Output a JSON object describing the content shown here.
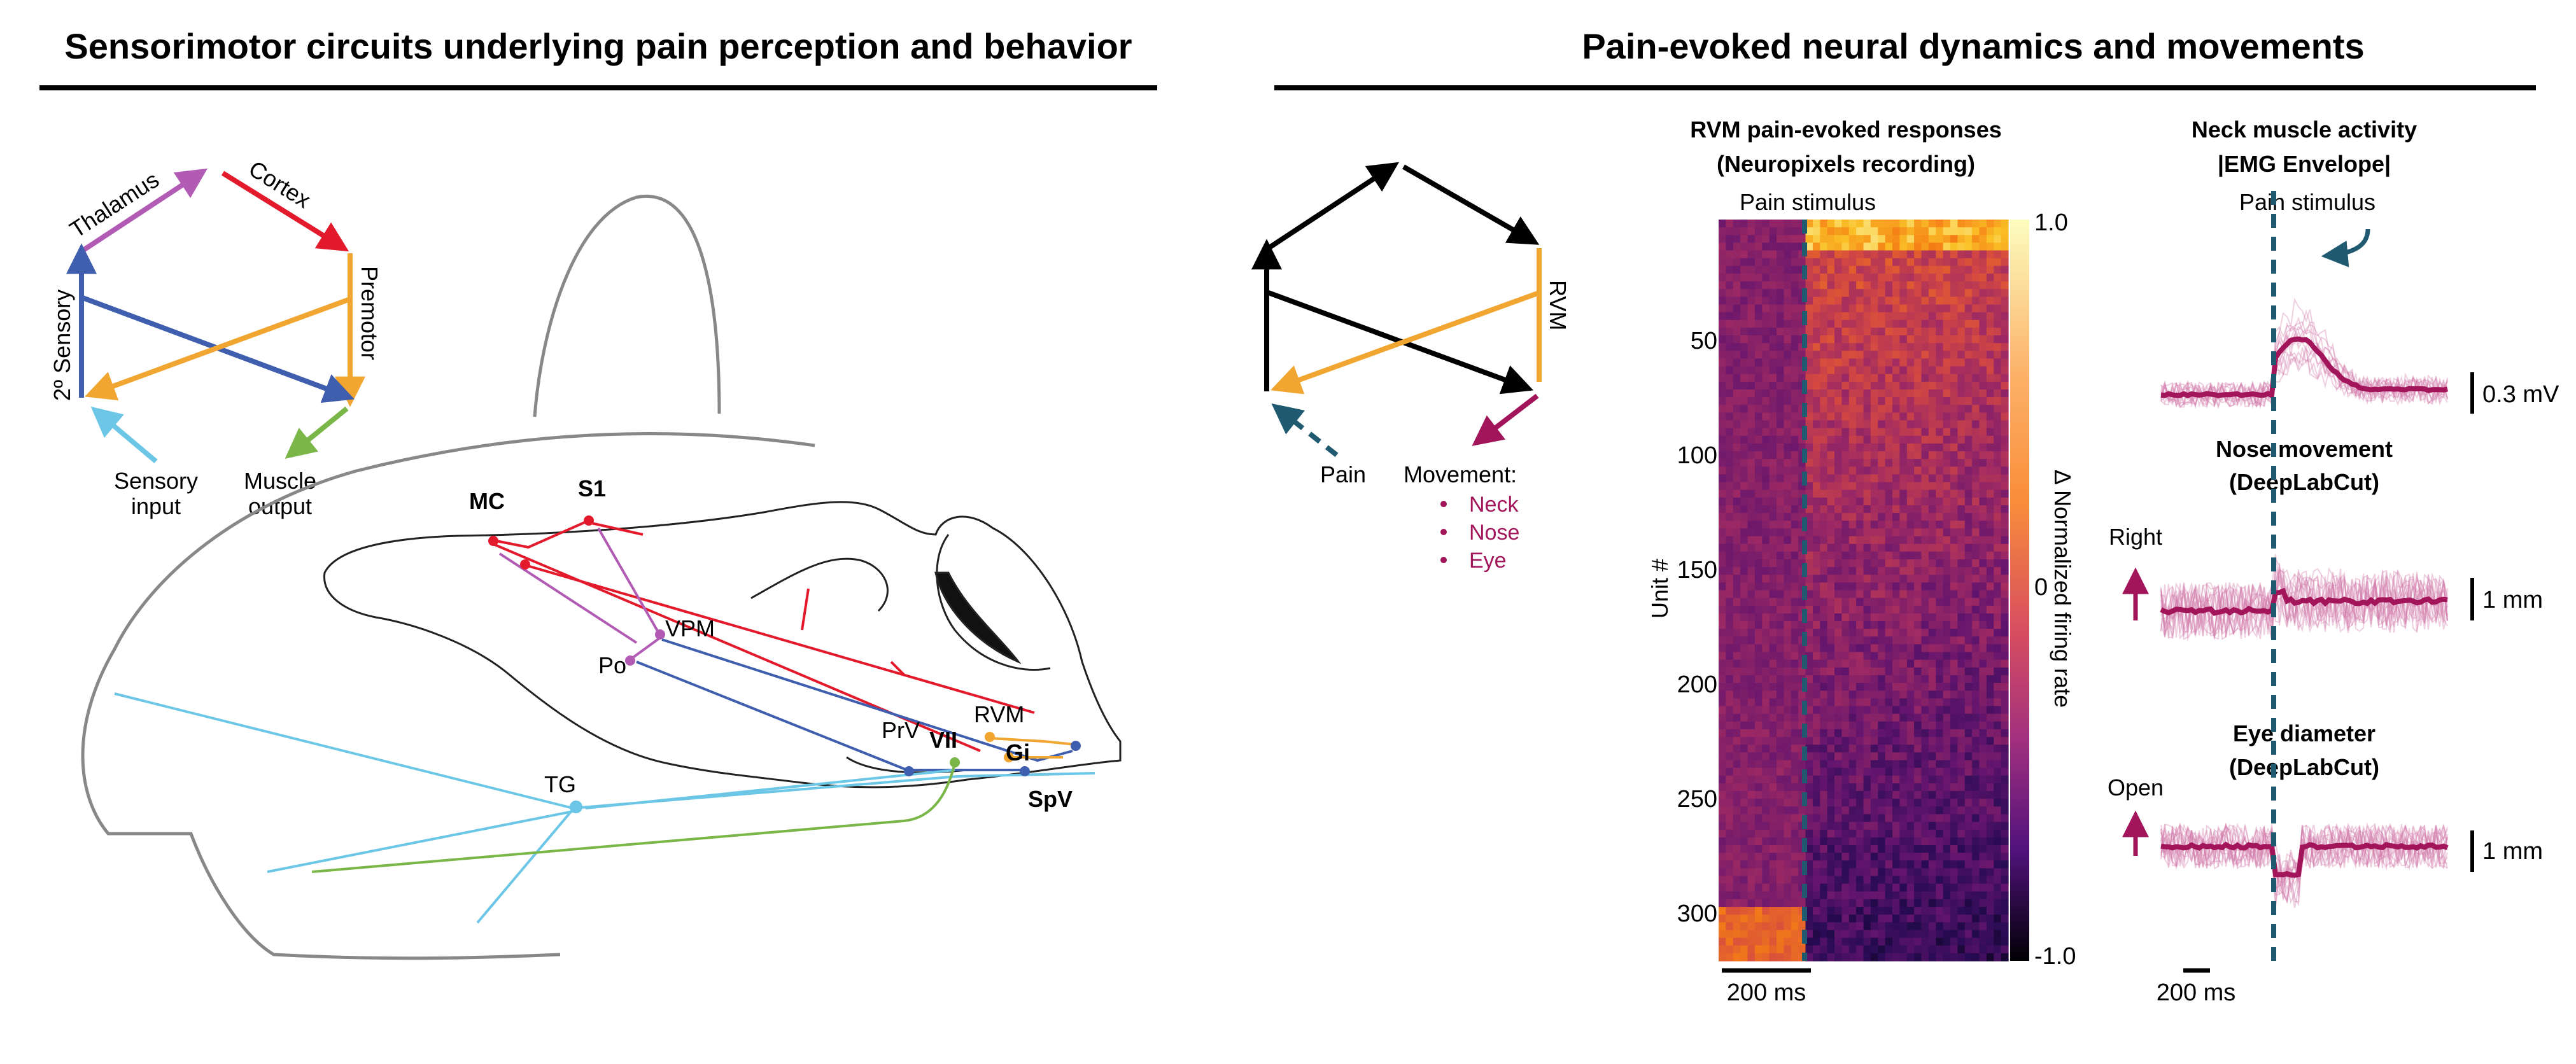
{
  "colors": {
    "red": "#e31a2c",
    "purple": "#b25bb5",
    "blue": "#3f5fae",
    "lightblue": "#6cc6e6",
    "orange": "#f0a630",
    "green": "#7ab648",
    "teal": "#1f5a70",
    "magenta": "#a2155a"
  },
  "left": {
    "title": "Sensorimotor circuits underlying pain perception and behavior",
    "circuit": {
      "thalamus": "Thalamus",
      "cortex": "Cortex",
      "sensory2": "2º Sensory",
      "premotor": "Premotor",
      "sensory_input_1": "Sensory",
      "sensory_input_2": "input",
      "muscle_output_1": "Muscle",
      "muscle_output_2": "output"
    },
    "regions": {
      "mc": "MC",
      "s1": "S1",
      "vpm": "VPM",
      "po": "Po",
      "prv": "PrV",
      "vii": "VII",
      "rvm": "RVM",
      "gi": "Gi",
      "tg": "TG",
      "spv": "SpV"
    }
  },
  "right": {
    "title": "Pain-evoked neural dynamics and movements",
    "diagram": {
      "rvm": "RVM",
      "pain": "Pain",
      "movement": "Movement:",
      "items": [
        "Neck",
        "Nose",
        "Eye"
      ]
    },
    "heatmap": {
      "title_1": "RVM pain-evoked responses",
      "title_2": "(Neuropixels recording)",
      "stimulus": "Pain stimulus",
      "ylabel": "Unit #",
      "yticks": [
        "50",
        "100",
        "150",
        "200",
        "250",
        "300"
      ],
      "cbar_label": "Δ Normalized firing rate",
      "cbar_ticks": [
        "1.0",
        "0",
        "-1.0"
      ],
      "scalebar": "200 ms"
    },
    "neck": {
      "title_1": "Neck muscle activity",
      "title_2": "|EMG Envelope|",
      "stimulus": "Pain stimulus",
      "scalebar": "0.3 mV"
    },
    "nose": {
      "title_1": "Nose movement",
      "title_2": "(DeepLabCut)",
      "direction": "Right",
      "scalebar": "1 mm"
    },
    "eye": {
      "title_1": "Eye diameter",
      "title_2": "(DeepLabCut)",
      "direction": "Open",
      "scalebar": "1 mm"
    },
    "time_scalebar": "200 ms"
  }
}
